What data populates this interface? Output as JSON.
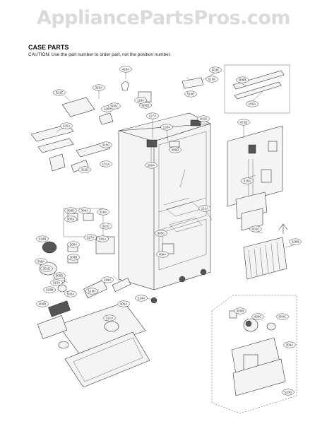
{
  "header": {
    "watermark": "AppliancePartsPros.com",
    "section_title": "CASE PARTS",
    "caution": "CAUTION: Use the part number to order part, not the position number."
  },
  "callouts": [
    "419A",
    "503E",
    "510F",
    "509B",
    "156A",
    "321E",
    "320A",
    "126A",
    "600C",
    "600D",
    "510E",
    "127A",
    "119A",
    "201D",
    "471B",
    "125A",
    "120A",
    "321C",
    "200A",
    "406D",
    "131A",
    "315A",
    "321D",
    "300D",
    "304A",
    "305A",
    "318A",
    "301C",
    "316A",
    "318B",
    "306A",
    "306B",
    "317A",
    "305C",
    "409A",
    "151A",
    "502C",
    "320B",
    "300A",
    "301D",
    "305D",
    "310A",
    "315B",
    "505A",
    "149A",
    "314A",
    "405A",
    "406B",
    "312A",
    "510H",
    "503C",
    "305B",
    "406C",
    "309A",
    "510G"
  ]
}
